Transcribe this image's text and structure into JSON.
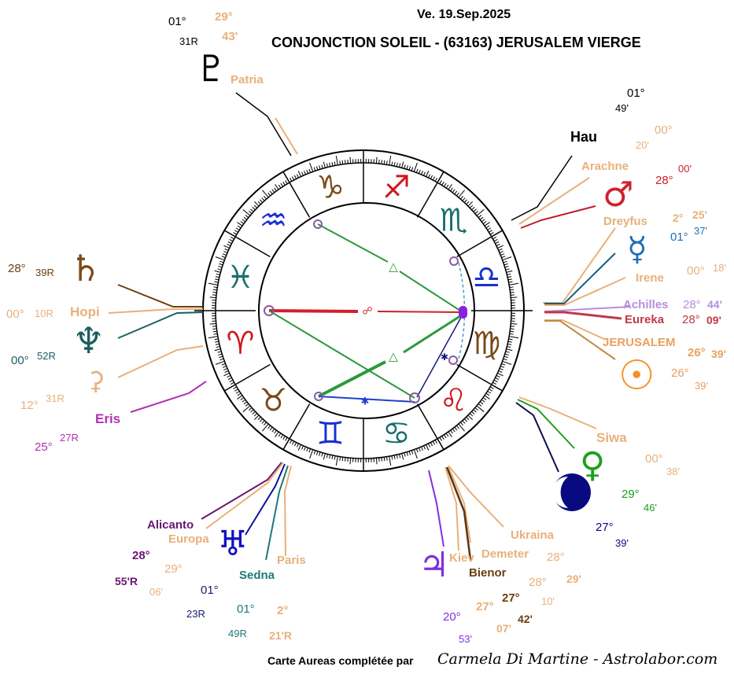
{
  "header": {
    "date": "Ve. 19.Sep.2025",
    "title": "CONJONCTION SOLEIL - (63163) JERUSALEM VIERGE"
  },
  "footer": {
    "prefix": "Carte Aureas complétée par",
    "author": "Carmela Di Martine - Astrolabor.com"
  },
  "signs": [
    {
      "name": "aries",
      "glyph": "♈︎",
      "color": "#d0161c"
    },
    {
      "name": "taurus",
      "glyph": "♉︎",
      "color": "#7a4a1a"
    },
    {
      "name": "gemini",
      "glyph": "♊︎",
      "color": "#1a2fd0"
    },
    {
      "name": "cancer",
      "glyph": "♋︎",
      "color": "#1a6e6e"
    },
    {
      "name": "leo",
      "glyph": "♌︎",
      "color": "#d0161c"
    },
    {
      "name": "virgo",
      "glyph": "♍︎",
      "color": "#7a4a1a"
    },
    {
      "name": "libra",
      "glyph": "♎︎",
      "color": "#1a2fd0"
    },
    {
      "name": "scorpio",
      "glyph": "♏︎",
      "color": "#1a6e6e"
    },
    {
      "name": "sagittarius",
      "glyph": "♐︎",
      "color": "#d0161c"
    },
    {
      "name": "capricorn",
      "glyph": "♑︎",
      "color": "#7a4a1a"
    },
    {
      "name": "aquarius",
      "glyph": "♒︎",
      "color": "#1a2fd0"
    },
    {
      "name": "pisces",
      "glyph": "♓︎",
      "color": "#1a6e6e"
    }
  ],
  "bodies": {
    "pluto": {
      "glyph": "♇",
      "deg": "01°",
      "min": "31R",
      "color": "#000000"
    },
    "patria": {
      "label": "Patria",
      "deg": "29°",
      "min": "43'",
      "color": "#e8b07a"
    },
    "hau": {
      "label": "Hau",
      "deg": "01°",
      "min": "49'",
      "color": "#000000"
    },
    "arachne": {
      "label": "Arachne",
      "deg": "00°",
      "min": "20'",
      "color": "#e8b07a"
    },
    "mars": {
      "glyph": "♂",
      "deg": "28°",
      "min": "00'",
      "color": "#d0202a"
    },
    "dreyfus": {
      "label": "Dreyfus",
      "deg": "2°",
      "min": "25'",
      "color": "#e8b07a"
    },
    "mercury": {
      "glyph": "☿",
      "deg": "01°",
      "min": "37'",
      "color": "#1e6fb5"
    },
    "irene": {
      "label": "Irene",
      "deg": "00°",
      "min": "18'",
      "color": "#e8b07a"
    },
    "achilles": {
      "label": "Achilles",
      "deg": "28°",
      "min": "44'",
      "color": "#b58ee0"
    },
    "eureka": {
      "label": "Eureka",
      "deg": "28°",
      "min": "09'",
      "color": "#c0394a"
    },
    "jerusalem": {
      "label": "JERUSALEM",
      "deg": "26°",
      "min": "39'",
      "color": "#e8a060"
    },
    "sun": {
      "glyph": "☉",
      "deg": "26°",
      "min": "39'",
      "color": "#f0922b"
    },
    "siwa": {
      "label": "Siwa",
      "deg": "00°",
      "min": "38'",
      "color": "#e8b07a"
    },
    "venus": {
      "glyph": "♀",
      "deg": "29°",
      "min": "46'",
      "color": "#1ea01e"
    },
    "moon": {
      "glyph": "☽",
      "deg": "27°",
      "min": "39'",
      "color": "#0a0a80"
    },
    "ukraina": {
      "label": "Ukraina",
      "deg": "28°",
      "min": "29'",
      "color": "#e8b07a"
    },
    "demeter": {
      "label": "Demeter",
      "deg": "28°",
      "min": "10'",
      "color": "#e8b07a"
    },
    "bienor": {
      "label": "Bienor",
      "deg": "27°",
      "min": "42'",
      "color": "#6b4010"
    },
    "kiev": {
      "label": "Kiev",
      "deg": "27°",
      "min": "07'",
      "color": "#e8b07a"
    },
    "jupiter": {
      "glyph": "♃",
      "deg": "20°",
      "min": "53'",
      "color": "#8030e0"
    },
    "alicanto": {
      "label": "Alicanto",
      "deg": "28°",
      "min": "55'R",
      "color": "#6a1670"
    },
    "europa": {
      "label": "Europa",
      "deg": "29°",
      "min": "06'",
      "color": "#e8b07a"
    },
    "uranus": {
      "glyph": "♅",
      "deg": "01°",
      "min": "23R",
      "color": "#1010c0"
    },
    "sedna": {
      "label": "Sedna",
      "deg": "01°",
      "min": "49R",
      "color": "#1d7a78"
    },
    "paris": {
      "label": "Paris",
      "deg": "2°",
      "min": "21'R",
      "color": "#e8b07a"
    },
    "saturn": {
      "glyph": "♄",
      "deg": "28°",
      "min": "39R",
      "color": "#7a4a1a"
    },
    "hopi": {
      "label": "Hopi",
      "deg": "00°",
      "min": "10R",
      "color": "#e8b07a"
    },
    "neptune": {
      "glyph": "♆",
      "deg": "00°",
      "min": "52R",
      "color": "#1a5e60"
    },
    "ceres": {
      "glyph": "⚳",
      "deg": "12°",
      "min": "31R",
      "color": "#e8b07a"
    },
    "eris": {
      "label": "Eris",
      "deg": "25°",
      "min": "27R",
      "color": "#b030b0"
    }
  },
  "aspects": {
    "trine": "△",
    "opposition": "☍",
    "sextile": "✱"
  }
}
